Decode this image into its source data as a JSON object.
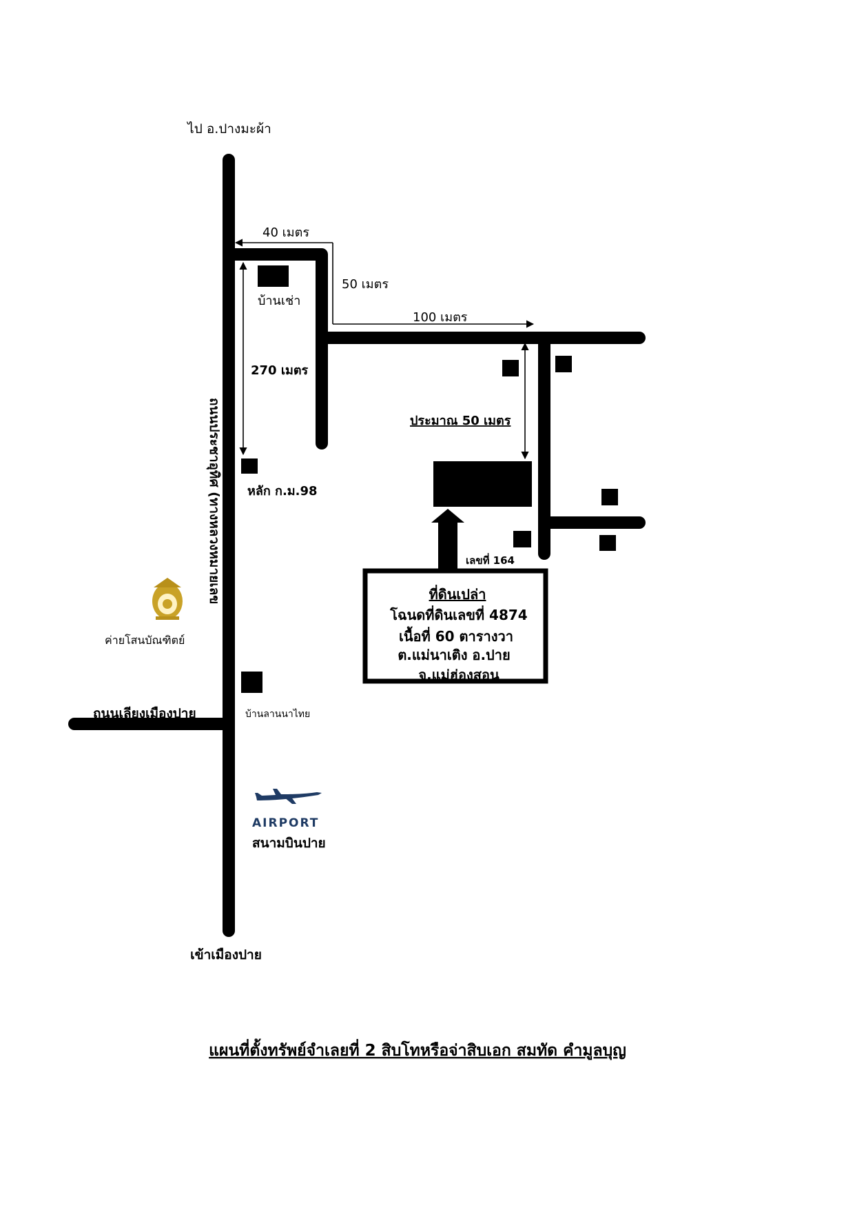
{
  "map": {
    "top_direction": "ไป อ.ปางมะผ้า",
    "bottom_direction": "เข้าเมืองปาย",
    "main_road": "ถนนประชาอุทิศ (ทางหลวงหมายเลข",
    "side_road": "ถนนเลียงเมืองปาย",
    "landmarks": {
      "rental_house": "บ้านเช่า",
      "km_post": "หลัก ก.ม.98",
      "camp": "ค่ายโสนบัณฑิตย์",
      "ban_lanna": "บ้านลานนาไทย",
      "airport_logo_text": "AIRPORT",
      "airport": "สนามบินปาย",
      "house_number": "เลขที่ 164"
    },
    "distances": {
      "d40": "40 เมตร",
      "d50": "50 เมตร",
      "d100": "100 เมตร",
      "d270": "270 เมตร",
      "d50_approx": "ประมาณ 50 เมตร"
    },
    "property_box": {
      "line1": "ที่ดินเปล่า",
      "line2": "โฉนดที่ดินเลขที่ 4874",
      "line3": "เนื้อที่ 60 ตารางวา",
      "line4": "ต.แม่นาเติง อ.ปาย",
      "line5": "จ.แม่ฮ่องสอน"
    },
    "title": "แผนที่ตั้งทรัพย์จำเลยที่ 2 สิบโทหรือจ่าสิบเอก สมทัด คำมูลบุญ"
  },
  "colors": {
    "ink": "#000000",
    "paper": "#ffffff",
    "emblem_gold": "#c9a227",
    "airport_navy": "#1f3b64"
  },
  "icons": {
    "emblem": "royal-emblem-icon",
    "plane": "airplane-icon"
  }
}
